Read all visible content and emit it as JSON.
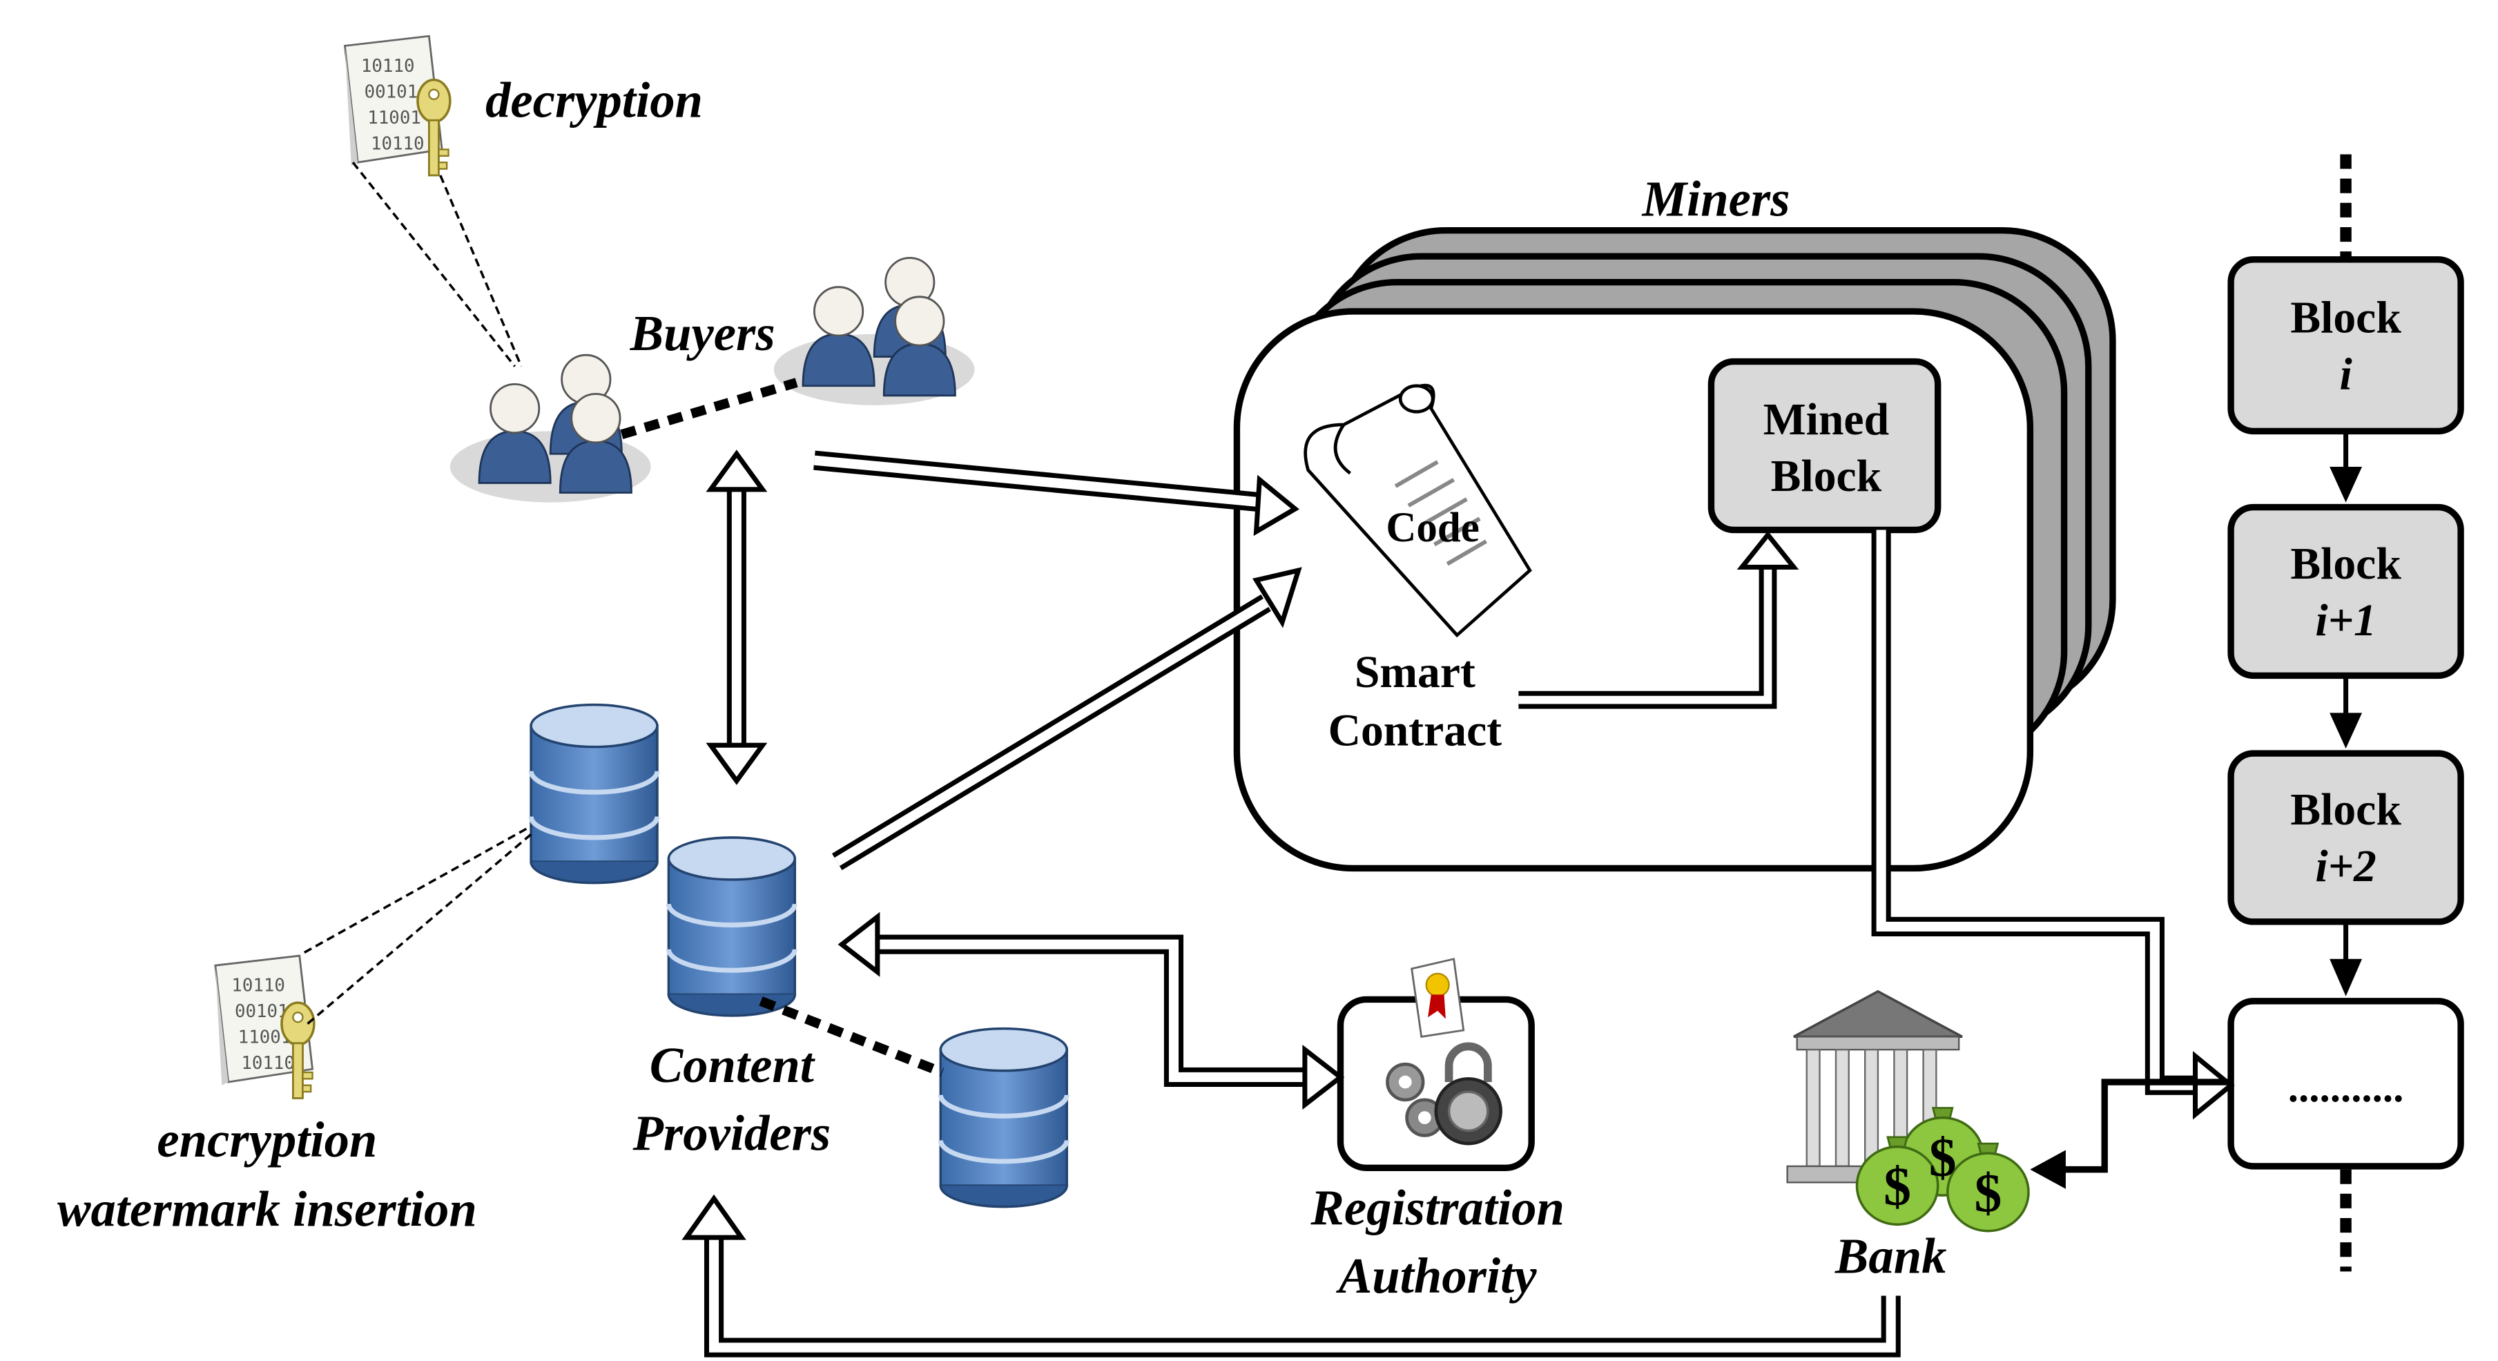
{
  "labels": {
    "decryption": "decryption",
    "buyers": "Buyers",
    "miners": "Miners",
    "code": "Code",
    "smart_contract_1": "Smart",
    "smart_contract_2": "Contract",
    "mined_block_1": "Mined",
    "mined_block_2": "Block",
    "content_providers_1": "Content",
    "content_providers_2": "Providers",
    "encryption_1": "encryption",
    "encryption_2": "watermark insertion",
    "registration_1": "Registration",
    "registration_2": "Authority",
    "bank": "Bank"
  },
  "chain": {
    "blocks": [
      {
        "title": "Block",
        "index": "i"
      },
      {
        "title": "Block",
        "index": "i+1"
      },
      {
        "title": "Block",
        "index": "i+2"
      }
    ],
    "ellipsis": "..........."
  },
  "bits": {
    "line1": "10110",
    "line2": "00101",
    "line3": "11001",
    "line4": "10110"
  },
  "money_symbol": "$",
  "colors": {
    "db_blue": "#4f81bd",
    "db_light": "#c6d9f1",
    "block_fill": "#d9d9d9",
    "miner_back": "#a6a6a6",
    "person_blue": "#3b5f95",
    "moneybag": "#8dc63f",
    "key": "#e5d87a"
  }
}
